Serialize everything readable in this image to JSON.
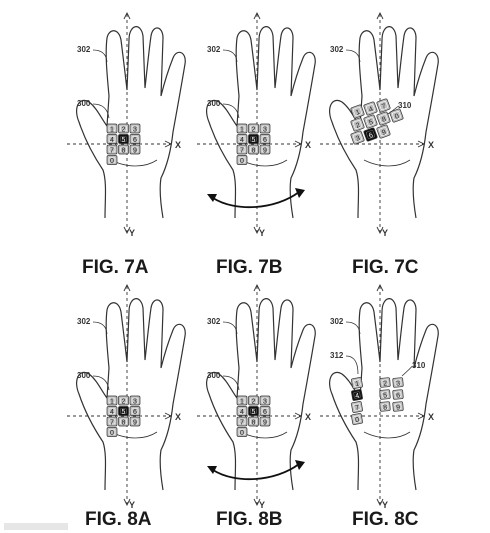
{
  "figures": [
    {
      "id": "7A",
      "caption": "FIG. 7A",
      "variant": "grid",
      "arrow": false,
      "refs": [
        "302",
        "300"
      ],
      "axis": {
        "x": "X",
        "y": "Y"
      },
      "keys": [
        "1",
        "2",
        "3",
        "4",
        "5",
        "6",
        "7",
        "8",
        "9",
        "0"
      ],
      "highlight": "5"
    },
    {
      "id": "7B",
      "caption": "FIG. 7B",
      "variant": "grid",
      "arrow": true,
      "refs": [
        "302",
        "300"
      ],
      "axis": {
        "x": "X",
        "y": "Y"
      },
      "keys": [
        "1",
        "2",
        "3",
        "4",
        "5",
        "6",
        "7",
        "8",
        "9",
        "0"
      ],
      "highlight": "5"
    },
    {
      "id": "7C",
      "caption": "FIG. 7C",
      "variant": "rotated",
      "arrow": false,
      "refs": [
        "302",
        "310"
      ],
      "axis": {
        "x": "X",
        "y": "Y"
      },
      "keys": [
        "1",
        "2",
        "3",
        "4",
        "5",
        "6",
        "7",
        "8",
        "9",
        "0"
      ],
      "highlight": "6"
    },
    {
      "id": "8A",
      "caption": "FIG. 8A",
      "variant": "grid",
      "arrow": false,
      "refs": [
        "302",
        "300"
      ],
      "axis": {
        "x": "X",
        "y": "Y"
      },
      "keys": [
        "1",
        "2",
        "3",
        "4",
        "5",
        "6",
        "7",
        "8",
        "9",
        "0"
      ],
      "highlight": "5"
    },
    {
      "id": "8B",
      "caption": "FIG. 8B",
      "variant": "grid",
      "arrow": true,
      "refs": [
        "302",
        "300"
      ],
      "axis": {
        "x": "X",
        "y": "Y"
      },
      "keys": [
        "1",
        "2",
        "3",
        "4",
        "5",
        "6",
        "7",
        "8",
        "9",
        "0"
      ],
      "highlight": "5"
    },
    {
      "id": "8C",
      "caption": "FIG. 8C",
      "variant": "split",
      "arrow": false,
      "refs": [
        "302",
        "312",
        "310"
      ],
      "axis": {
        "x": "X",
        "y": "Y"
      },
      "keys": [
        "1",
        "2",
        "3",
        "4",
        "5",
        "6",
        "7",
        "8",
        "9",
        "0"
      ],
      "highlight": "4"
    }
  ],
  "colors": {
    "ink": "#333333",
    "keyFill": "#bdbdbd",
    "keyOutline": "#ffffff",
    "highlightFill": "#111111",
    "highlightText": "#ffffff",
    "keyText": "#222222",
    "captionText": "#1a1a1a"
  }
}
